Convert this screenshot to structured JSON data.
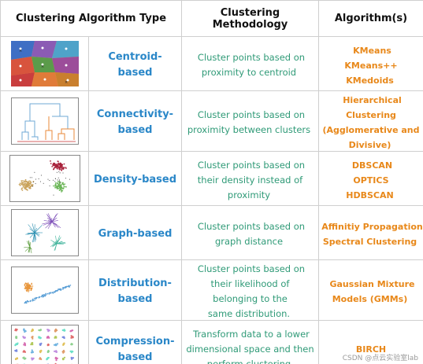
{
  "headers": {
    "type": "Clustering Algorithm Type",
    "methodology": "Clustering\nMethodology",
    "algorithms": "Algorithm(s)"
  },
  "rows": [
    {
      "type": "Centroid-\nbased",
      "methodology": "Cluster points based on\nproximity to centroid",
      "algorithms": "KMeans\nKMeans++\nKMedoids",
      "thumbnail": "voronoi-centroid-plot"
    },
    {
      "type": "Connectivity-\nbased",
      "methodology": "Cluster points based on\nproximity between clusters",
      "algorithms": "Hierarchical Clustering\n(Agglomerative and\nDivisive)",
      "thumbnail": "dendrogram-plot"
    },
    {
      "type": "Density-based",
      "methodology": "Cluster points based on\ntheir density instead of\nproximity",
      "algorithms": "DBSCAN\nOPTICS\nHDBSCAN",
      "thumbnail": "density-scatter-plot"
    },
    {
      "type": "Graph-based",
      "methodology": "Cluster points based on\ngraph distance",
      "algorithms": "Affinitiy Propagation\nSpectral Clustering",
      "thumbnail": "graph-star-plot"
    },
    {
      "type": "Distribution-\nbased",
      "methodology": "Cluster points based on\ntheir likelihood of\nbelonging to the\nsame distribution.",
      "algorithms": "Gaussian Mixture\nModels (GMMs)",
      "thumbnail": "gaussian-scatter-plot"
    },
    {
      "type": "Compression-\nbased",
      "methodology": "Transform data to a lower\ndimensional space and then\nperform clustering",
      "algorithms": "BIRCH",
      "thumbnail": "birch-grid-plot"
    }
  ],
  "watermark": "CSDN @点云实验室lab",
  "colors": {
    "type": "#2a87c8",
    "methodology": "#2f9a77",
    "algorithms": "#e8881a",
    "border": "#cfcfcf"
  }
}
